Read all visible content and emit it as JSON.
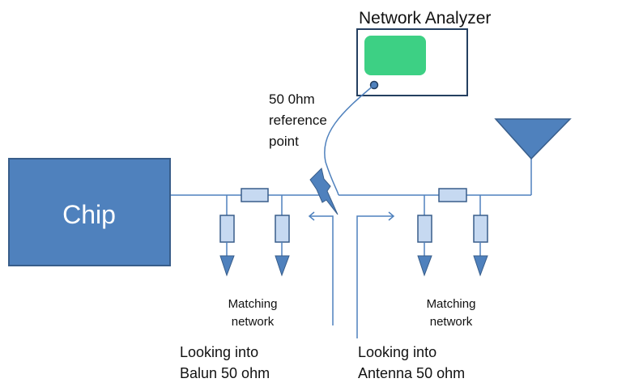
{
  "analyzer": {
    "title": "Network Analyzer",
    "screen_color": "#3dd084"
  },
  "reference": {
    "lines": [
      "50 0hm",
      "reference",
      "point"
    ]
  },
  "chip": {
    "label": "Chip"
  },
  "matching_left": {
    "lines": [
      "Matching",
      "network"
    ]
  },
  "matching_right": {
    "lines": [
      "Matching",
      "network"
    ]
  },
  "looking_balun": {
    "lines": [
      "Looking into",
      "Balun 50 ohm"
    ]
  },
  "looking_antenna": {
    "lines": [
      "Looking into",
      "Antenna 50 ohm"
    ]
  },
  "colors": {
    "block_fill": "#4f81bd",
    "block_stroke": "#385d8a",
    "component_fill": "#c6d9f1",
    "line": "#4f81bd"
  }
}
